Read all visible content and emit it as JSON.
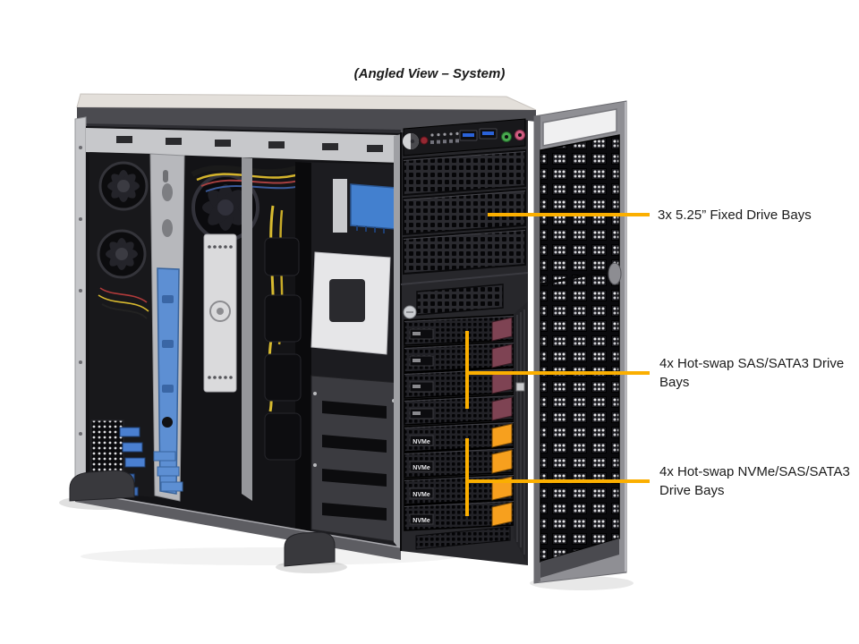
{
  "page": {
    "title": "(Angled View – System)"
  },
  "figure": {
    "callouts": [
      {
        "label": "3x 5.25” Fixed Drive Bays"
      },
      {
        "label": "4x Hot-swap SAS/SATA3 Drive Bays"
      },
      {
        "label": "4x Hot-swap NVMe/SAS/SATA3 Drive Bays"
      }
    ],
    "drive_tray_label": "NVMe"
  },
  "colors": {
    "callout_line": "#FBAF00",
    "sas_latch": "#7E4353",
    "nvme_latch": "#F7A01E"
  }
}
